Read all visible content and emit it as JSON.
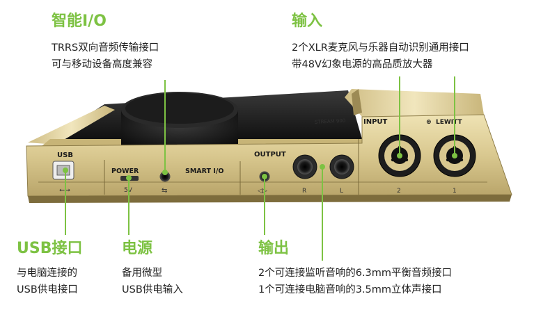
{
  "smart_io": {
    "title": "智能I/O",
    "lines": [
      "TRRS双向音频传输接口",
      "可与移动设备高度兼容"
    ]
  },
  "input": {
    "title": "输入",
    "lines": [
      "2个XLR麦克风与乐器自动识别通用接口",
      "带48V幻象电源的高品质放大器"
    ]
  },
  "usb": {
    "title": "USB接口",
    "lines": [
      "与电脑连接的",
      "USB供电接口"
    ]
  },
  "power": {
    "title": "电源",
    "lines": [
      "备用微型",
      "USB供电输入"
    ]
  },
  "output": {
    "title": "输出",
    "lines": [
      "2个可连接监听音响的6.3mm平衡音频接口",
      "1个可连接电脑音响的3.5mm立体声接口"
    ]
  },
  "device": {
    "brand": "LEWITT",
    "brand_top": "STREAM 900",
    "panel_labels": {
      "usb": "USB",
      "power": "POWER",
      "power_spec": "5V",
      "smart_io": "SMART I/O",
      "output": "OUTPUT",
      "input": "INPUT",
      "r": "R",
      "l": "L",
      "ch2": "2",
      "ch1": "1"
    }
  },
  "colors": {
    "accent": "#7dc243",
    "gold": "#d8c78e"
  }
}
